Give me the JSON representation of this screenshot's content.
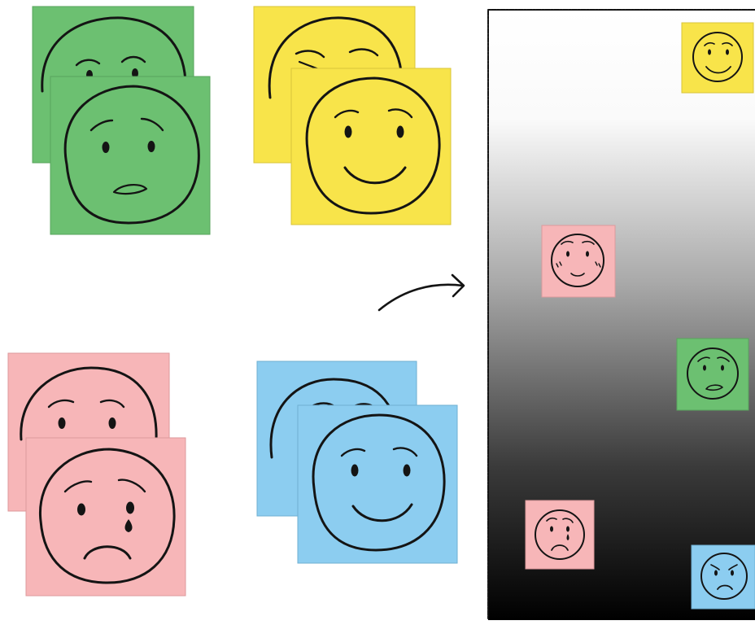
{
  "colors": {
    "green": "#6cc071",
    "yellow": "#f8e44a",
    "pink": "#f7b6b8",
    "blue": "#8ccdf0",
    "ink": "#141414",
    "board_top": "#ffffff",
    "board_bottom": "#000000"
  },
  "stacks": [
    {
      "name": "green-stack",
      "color": "green",
      "back_face": "worried",
      "front_face": "worried"
    },
    {
      "name": "yellow-stack",
      "color": "yellow",
      "back_face": "worried",
      "front_face": "happy"
    },
    {
      "name": "pink-stack",
      "color": "pink",
      "back_face": "worried",
      "front_face": "crying"
    },
    {
      "name": "blue-stack",
      "color": "blue",
      "back_face": "worried",
      "front_face": "happy"
    }
  ],
  "arrow": {
    "icon": "curved-arrow-icon",
    "direction": "right"
  },
  "board": {
    "gradient": "white-to-black",
    "notes": [
      {
        "name": "board-note-yellow",
        "color": "yellow",
        "face": "happy"
      },
      {
        "name": "board-note-pink-blush",
        "color": "pink",
        "face": "blushing"
      },
      {
        "name": "board-note-green",
        "color": "green",
        "face": "worried"
      },
      {
        "name": "board-note-pink-crying",
        "color": "pink",
        "face": "crying"
      },
      {
        "name": "board-note-blue",
        "color": "blue",
        "face": "angry"
      }
    ]
  }
}
